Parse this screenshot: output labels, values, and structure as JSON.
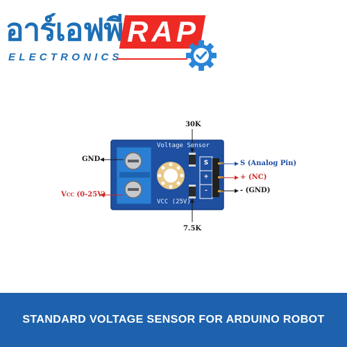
{
  "logo": {
    "thai_name": "อาร์เอฟพี",
    "brand": "RAP",
    "tagline": "ELECTRONICS",
    "icon": "gear-check-icon",
    "colors": {
      "blue": "#1e6fb6",
      "red": "#ee2a24"
    }
  },
  "diagram": {
    "board_title": "Voltage Sensor",
    "board_vcc_label": "VCC (25V)",
    "resistor_top": "30K",
    "resistor_bottom": "7.5K",
    "pins": [
      "S",
      "+",
      "-"
    ],
    "left_labels": {
      "gnd": "GND",
      "vcc_main": "V",
      "vcc_sub": "CC",
      "vcc_range": " (0-25V)"
    },
    "right_labels": {
      "signal": "S (Analog Pin)",
      "plus": "+ (NC)",
      "minus": "- (GND)"
    },
    "colors": {
      "board": "#1e4fa0",
      "terminal": "#2a7fd4",
      "label_blue": "#1f4fa3",
      "label_red": "#d22a2a"
    }
  },
  "banner": {
    "title": "STANDARD VOLTAGE SENSOR FOR ARDUINO ROBOT",
    "color": "#1e62ad"
  }
}
